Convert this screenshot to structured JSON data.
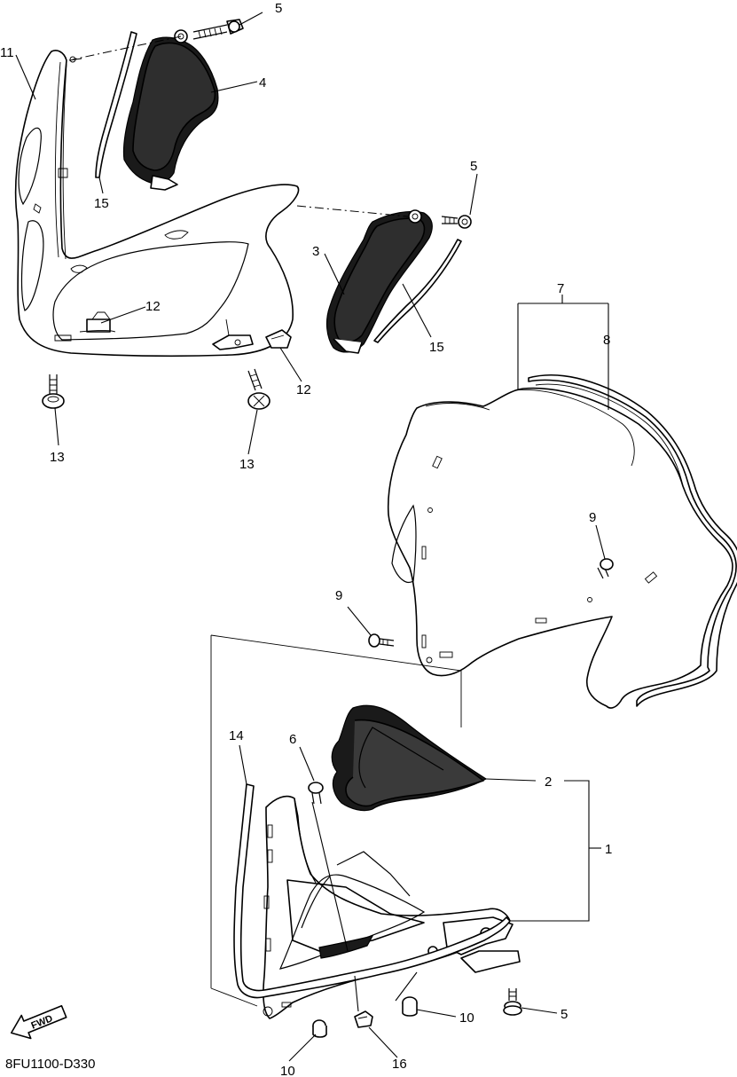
{
  "diagram_code": "8FU1100-D330",
  "fwd_label": "FWD",
  "fwd_icon": "fwd-arrow-icon",
  "callouts": [
    {
      "id": "c11",
      "text": "11"
    },
    {
      "id": "c5a",
      "text": "5"
    },
    {
      "id": "c4",
      "text": "4"
    },
    {
      "id": "c15a",
      "text": "15"
    },
    {
      "id": "c5b",
      "text": "5"
    },
    {
      "id": "c3",
      "text": "3"
    },
    {
      "id": "c15b",
      "text": "15"
    },
    {
      "id": "c12a",
      "text": "12"
    },
    {
      "id": "c12b",
      "text": "12"
    },
    {
      "id": "c13a",
      "text": "13"
    },
    {
      "id": "c13b",
      "text": "13"
    },
    {
      "id": "c7",
      "text": "7"
    },
    {
      "id": "c8",
      "text": "8"
    },
    {
      "id": "c9a",
      "text": "9"
    },
    {
      "id": "c9b",
      "text": "9"
    },
    {
      "id": "c14",
      "text": "14"
    },
    {
      "id": "c6",
      "text": "6"
    },
    {
      "id": "c2",
      "text": "2"
    },
    {
      "id": "c1",
      "text": "1"
    },
    {
      "id": "c10a",
      "text": "10"
    },
    {
      "id": "c10b",
      "text": "10"
    },
    {
      "id": "c5c",
      "text": "5"
    },
    {
      "id": "c16",
      "text": "16"
    }
  ]
}
